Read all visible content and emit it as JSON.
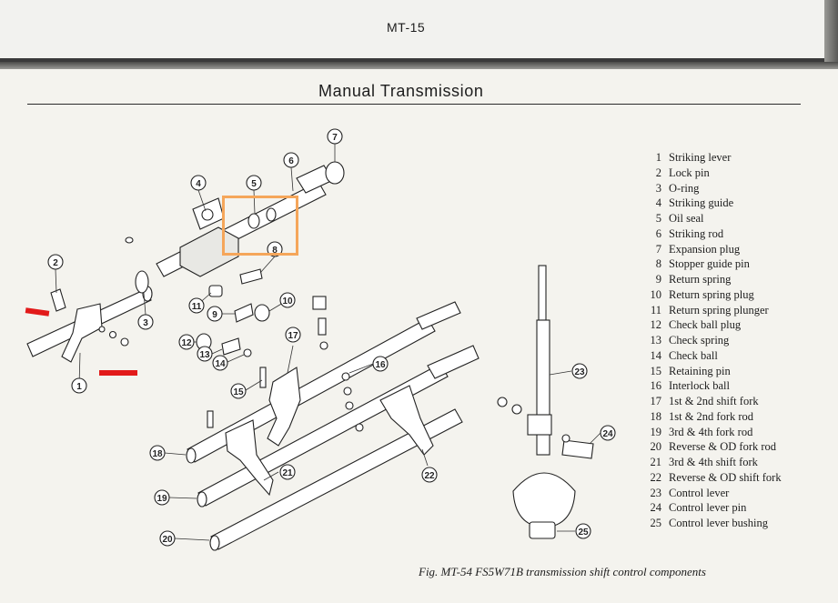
{
  "header": {
    "page_code": "MT-15"
  },
  "section_title": "Manual Transmission",
  "legend": [
    {
      "num": "1",
      "label": "Striking lever"
    },
    {
      "num": "2",
      "label": "Lock pin"
    },
    {
      "num": "3",
      "label": "O-ring"
    },
    {
      "num": "4",
      "label": "Striking guide"
    },
    {
      "num": "5",
      "label": "Oil seal"
    },
    {
      "num": "6",
      "label": "Striking rod"
    },
    {
      "num": "7",
      "label": "Expansion plug"
    },
    {
      "num": "8",
      "label": "Stopper guide pin"
    },
    {
      "num": "9",
      "label": "Return spring"
    },
    {
      "num": "10",
      "label": "Return spring plug"
    },
    {
      "num": "11",
      "label": "Return spring plunger"
    },
    {
      "num": "12",
      "label": "Check ball plug"
    },
    {
      "num": "13",
      "label": "Check spring"
    },
    {
      "num": "14",
      "label": "Check ball"
    },
    {
      "num": "15",
      "label": "Retaining pin"
    },
    {
      "num": "16",
      "label": "Interlock ball"
    },
    {
      "num": "17",
      "label": "1st & 2nd shift fork"
    },
    {
      "num": "18",
      "label": "1st & 2nd fork rod"
    },
    {
      "num": "19",
      "label": "3rd & 4th fork rod"
    },
    {
      "num": "20",
      "label": "Reverse & OD fork rod"
    },
    {
      "num": "21",
      "label": "3rd & 4th shift fork"
    },
    {
      "num": "22",
      "label": "Reverse & OD shift fork"
    },
    {
      "num": "23",
      "label": "Control lever"
    },
    {
      "num": "24",
      "label": "Control lever pin"
    },
    {
      "num": "25",
      "label": "Control lever bushing"
    }
  ],
  "callout_labels": [
    "1",
    "2",
    "3",
    "4",
    "5",
    "6",
    "7",
    "8",
    "9",
    "10",
    "11",
    "12",
    "13",
    "14",
    "15",
    "16",
    "17",
    "18",
    "19",
    "20",
    "21",
    "22",
    "23",
    "24",
    "25"
  ],
  "caption": "Fig. MT-54  FS5W71B transmission shift control components",
  "colors": {
    "highlight": "#f5a65a",
    "marker": "#e21a1a"
  }
}
